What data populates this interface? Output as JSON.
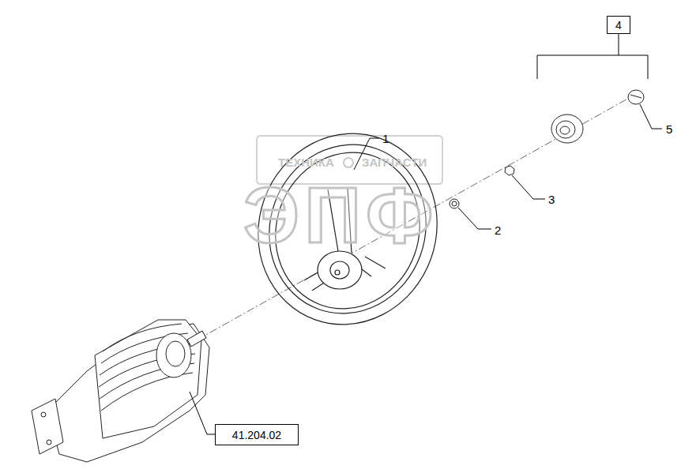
{
  "diagram": {
    "nodes": [
      {
        "text": [
          "4"
        ]
      },
      {
        "text": [
          "41.204.02"
        ]
      }
    ],
    "labels": [
      "1",
      "2",
      "3",
      "5",
      "ТЕХНИКА",
      "ЗАПЧАСТИ",
      "ЭПФ"
    ]
  }
}
